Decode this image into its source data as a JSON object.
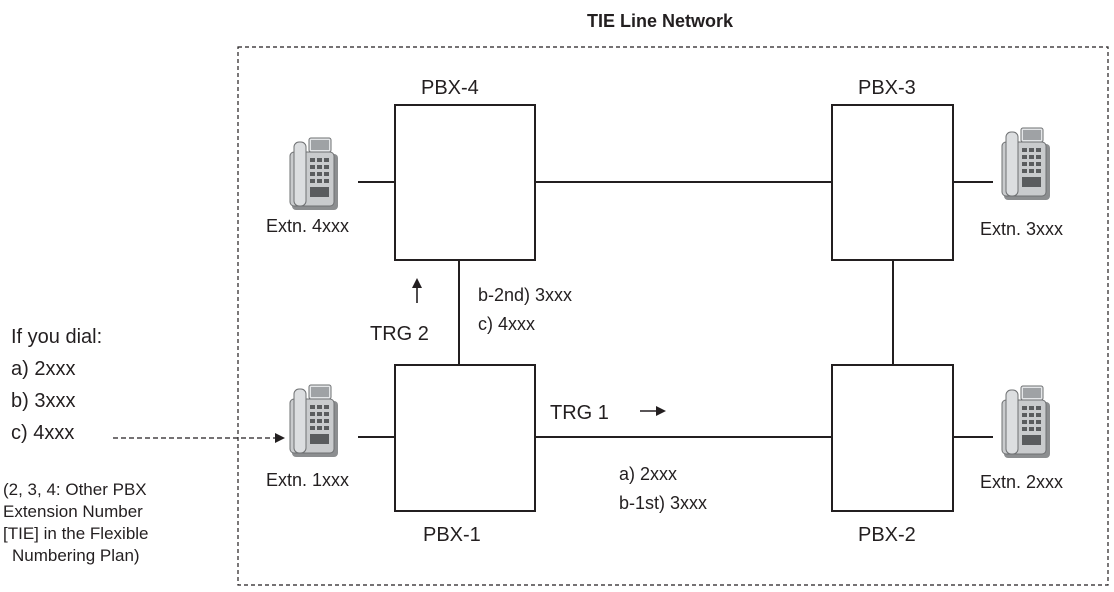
{
  "network_title": "TIE Line Network",
  "pbx_labels": {
    "pbx1": "PBX-1",
    "pbx2": "PBX-2",
    "pbx3": "PBX-3",
    "pbx4": "PBX-4"
  },
  "extensions": {
    "ext1": "Extn. 1xxx",
    "ext2": "Extn. 2xxx",
    "ext3": "Extn. 3xxx",
    "ext4": "Extn. 4xxx"
  },
  "trunk_groups": {
    "trg1": "TRG 1",
    "trg2": "TRG 2"
  },
  "routes": {
    "pbx1_to_pbx2": [
      "a) 2xxx",
      "b-1st) 3xxx"
    ],
    "pbx1_to_pbx4": [
      "b-2nd) 3xxx",
      "c) 4xxx"
    ]
  },
  "dial_panel": {
    "heading": "If you dial:",
    "options": [
      "a) 2xxx",
      "b) 3xxx",
      "c) 4xxx"
    ],
    "note_lines": [
      "(2, 3, 4: Other PBX",
      "Extension Number",
      "[TIE] in the Flexible",
      "Numbering Plan)"
    ]
  },
  "icons": {
    "phone": "desk-telephone-icon",
    "arrow": "arrow-icon"
  },
  "colors": {
    "line": "#231f20",
    "phone_body": "#c9cbcd",
    "phone_shadow": "#8c8e90",
    "keypad": "#5a5c5e"
  }
}
